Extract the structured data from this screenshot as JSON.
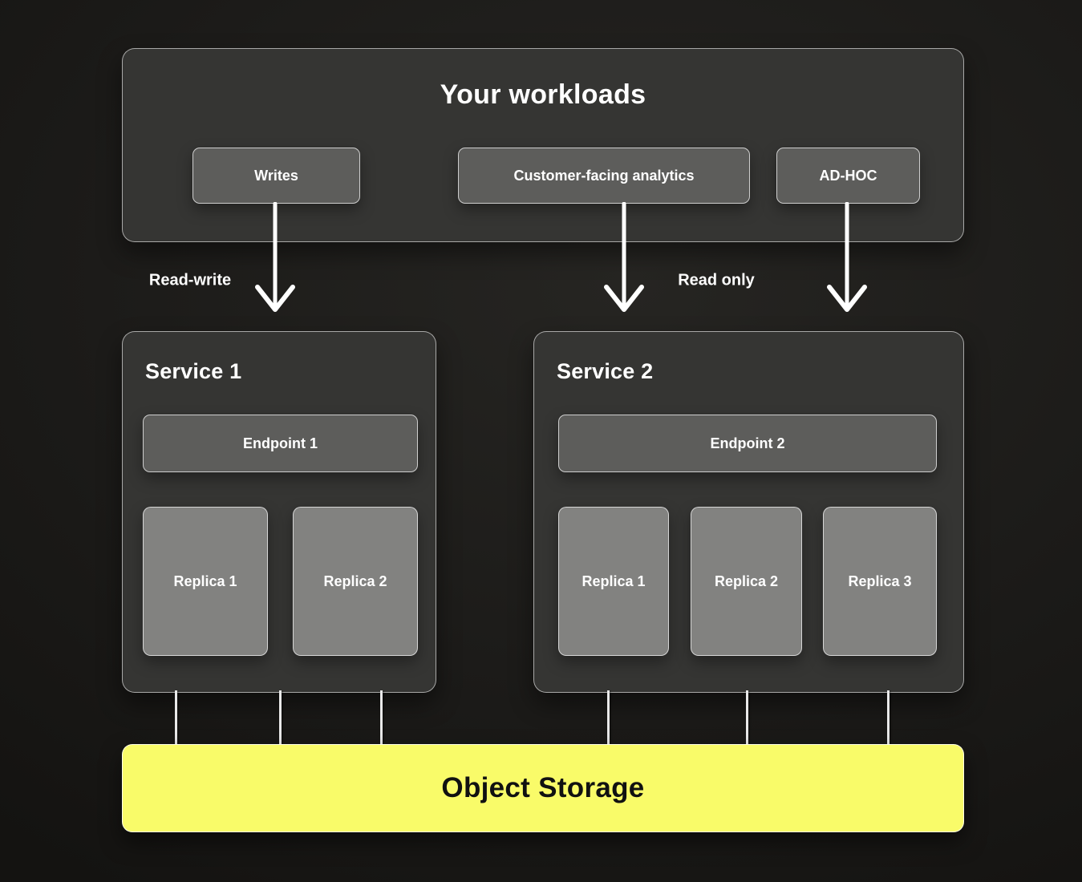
{
  "diagram_title": "Your workloads",
  "workloads": {
    "title": "Your workloads",
    "buttons": [
      {
        "label": "Writes"
      },
      {
        "label": "Customer-facing analytics"
      },
      {
        "label": "AD-HOC"
      }
    ]
  },
  "edge_labels": {
    "read_write": "Read-write",
    "read_only": "Read only"
  },
  "services": [
    {
      "title": "Service 1",
      "endpoint": "Endpoint 1",
      "replicas": [
        "Replica 1",
        "Replica 2"
      ]
    },
    {
      "title": "Service 2",
      "endpoint": "Endpoint 2",
      "replicas": [
        "Replica 1",
        "Replica 2",
        "Replica 3"
      ]
    }
  ],
  "storage": {
    "label": "Object Storage"
  },
  "colors": {
    "background": "#1c1b19",
    "panel": "#353533",
    "chip": "#5d5d5b",
    "replica": "#828280",
    "storage": "#f9fb69",
    "text_light": "#ffffff",
    "text_dark": "#111111"
  }
}
